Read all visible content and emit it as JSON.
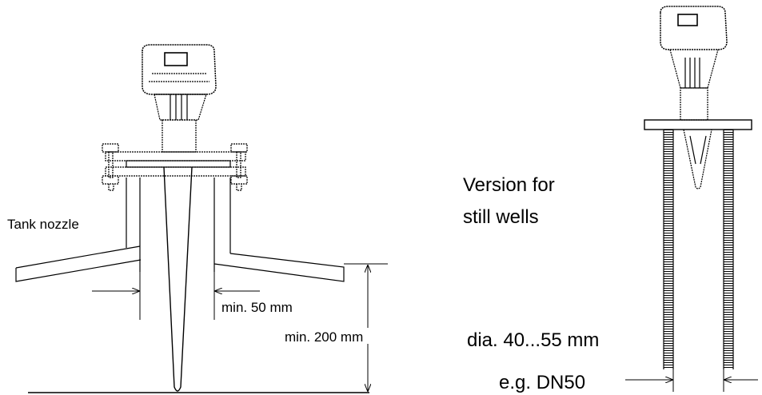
{
  "labels": {
    "tank_nozzle": "Tank nozzle",
    "min_50": "min. 50 mm",
    "min_200": "min. 200 mm",
    "version_line1": "Version for",
    "version_line2": "still wells",
    "dia": "dia. 40...55 mm",
    "dn": "e.g. DN50"
  },
  "colors": {
    "line": "#000000",
    "background": "#ffffff"
  }
}
